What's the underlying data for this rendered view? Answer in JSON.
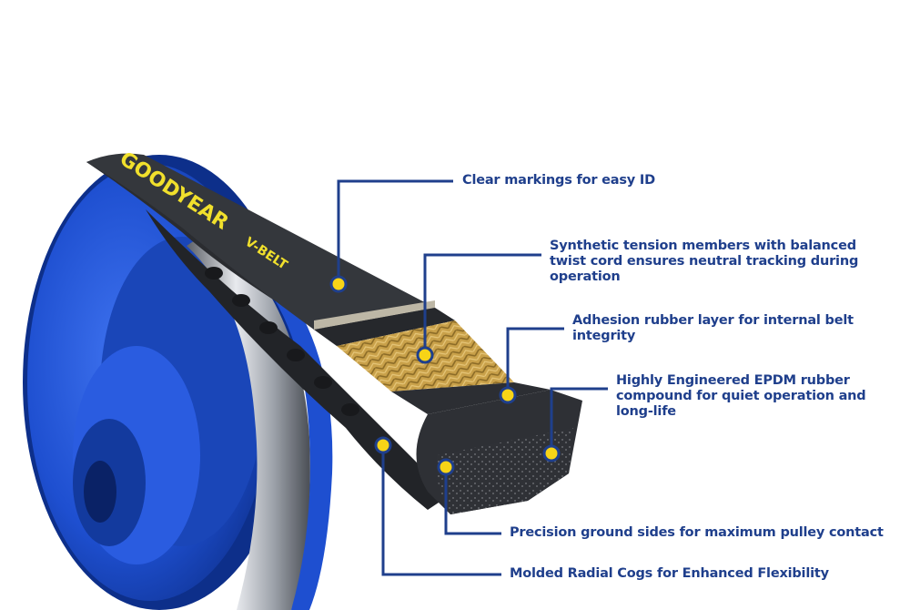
{
  "diagram": {
    "subject": "Goodyear V-Belt cutaway on blue pulley",
    "belt_print": {
      "brand": "GOODYEAR",
      "model": "V-BELT"
    },
    "colors": {
      "callout_text": "#1f3f8c",
      "leader_line": "#1f3f8c",
      "marker_fill": "#f7d417",
      "pulley_blue": "#1e4fd0",
      "belt_black": "#2a2c30",
      "cord_gold": "#c9a14a"
    },
    "callouts": [
      {
        "label": "Clear markings for easy ID"
      },
      {
        "label": "Synthetic tension members with balanced\ntwist cord ensures neutral tracking during\noperation"
      },
      {
        "label": "Adhesion rubber layer for internal belt\nintegrity"
      },
      {
        "label": "Highly Engineered EPDM rubber\ncompound for quiet operation and\nlong-life"
      },
      {
        "label": "Precision ground sides for maximum pulley contact"
      },
      {
        "label": "Molded Radial Cogs for Enhanced Flexibility"
      }
    ]
  }
}
